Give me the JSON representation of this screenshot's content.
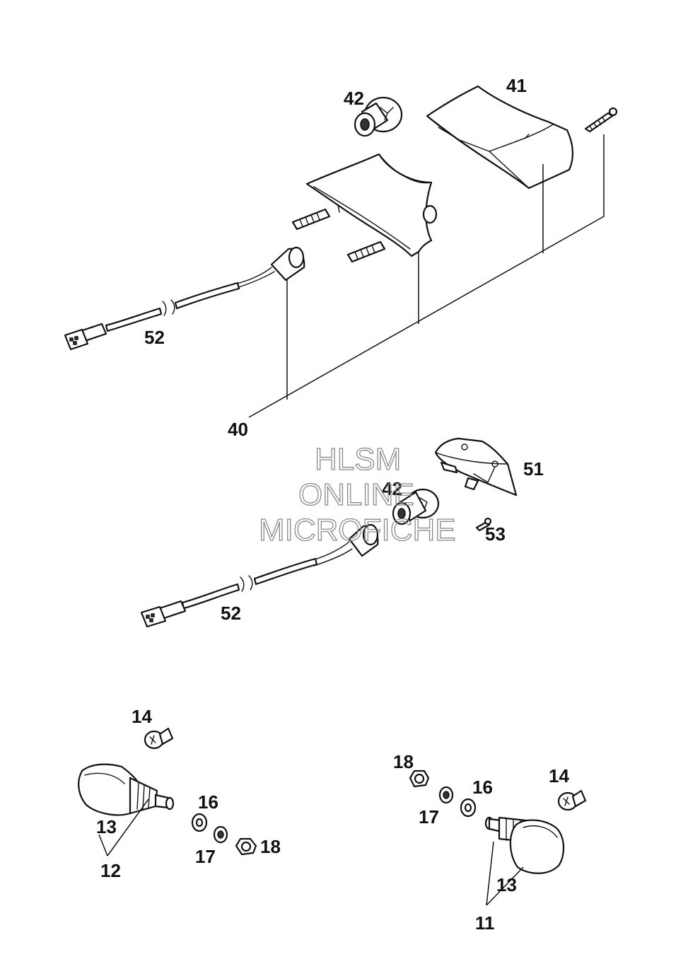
{
  "watermark": {
    "line1": "HLSM",
    "line2": "ONLINE",
    "line3": "MICROFICHE"
  },
  "labels": {
    "p40": "40",
    "p41": "41",
    "p42a": "42",
    "p42b": "42",
    "p51": "51",
    "p52a": "52",
    "p52b": "52",
    "p53": "53",
    "p14a": "14",
    "p14b": "14",
    "p16a": "16",
    "p16b": "16",
    "p17a": "17",
    "p17b": "17",
    "p18a": "18",
    "p18b": "18",
    "p13a": "13",
    "p13b": "13",
    "p12": "12",
    "p11": "11"
  }
}
